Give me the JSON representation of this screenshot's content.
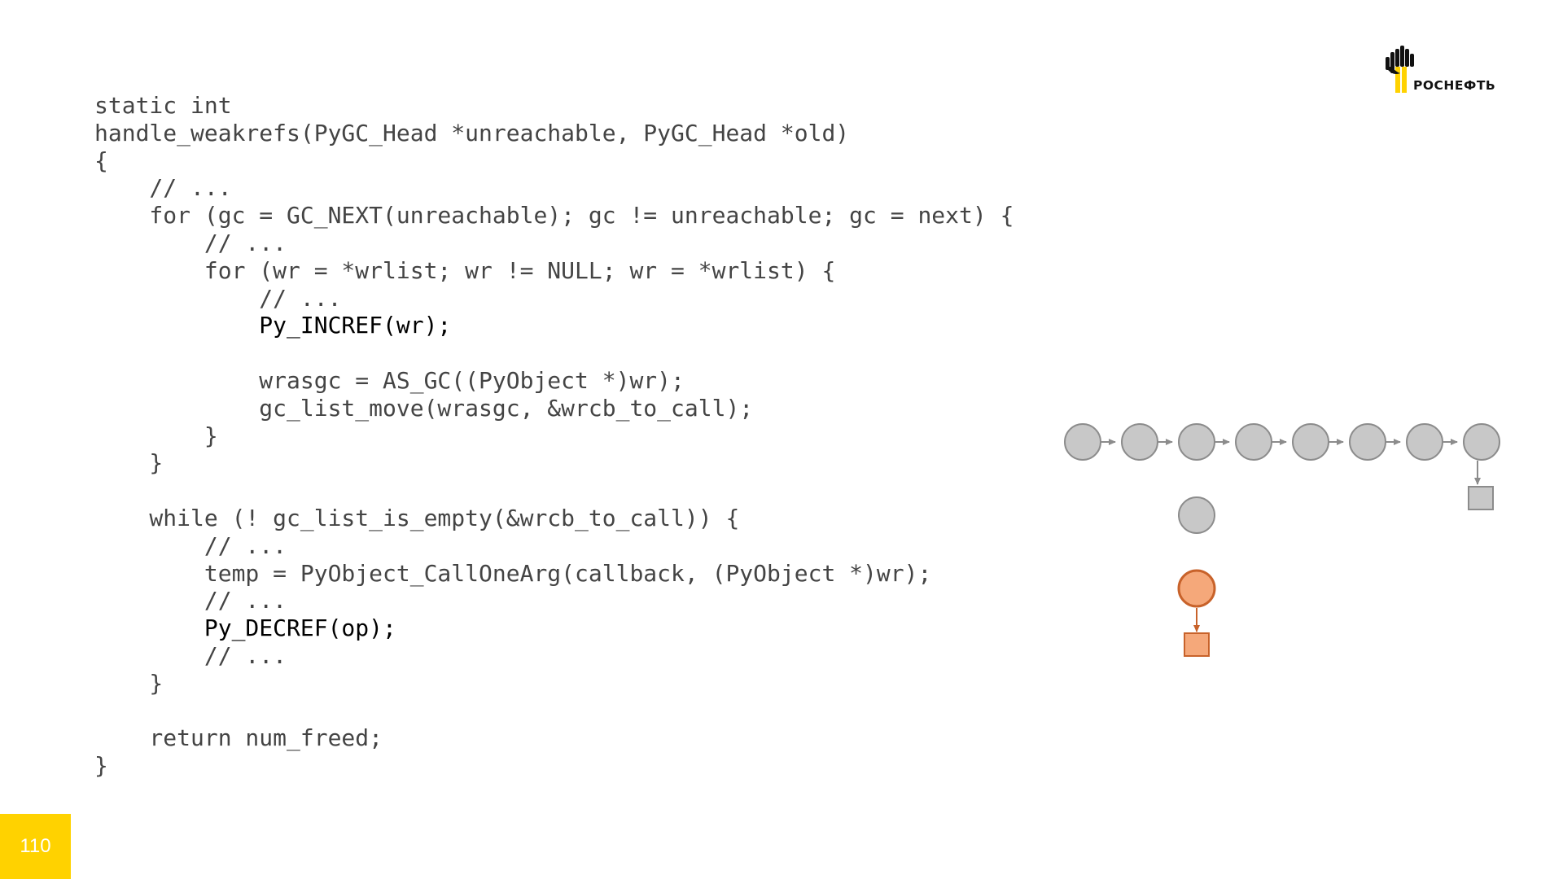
{
  "code": {
    "lines": [
      "static int",
      "handle_weakrefs(PyGC_Head *unreachable, PyGC_Head *old)",
      "{",
      "    // ...",
      "    for (gc = GC_NEXT(unreachable); gc != unreachable; gc = next) {",
      "        // ...",
      "        for (wr = *wrlist; wr != NULL; wr = *wrlist) {",
      "            // ...",
      "            Py_INCREF(wr);",
      "",
      "            wrasgc = AS_GC((PyObject *)wr);",
      "            gc_list_move(wrasgc, &wrcb_to_call);",
      "        }",
      "    }",
      "",
      "    while (! gc_list_is_empty(&wrcb_to_call)) {",
      "        // ...",
      "        temp = PyObject_CallOneArg(callback, (PyObject *)wr);",
      "        // ...",
      "        Py_DECREF(op);",
      "        // ...",
      "    }",
      "",
      "    return num_freed;",
      "}"
    ]
  },
  "logo": {
    "text": "РОСНЕФТЬ",
    "colors": {
      "yellow": "#ffd200",
      "black": "#111111"
    }
  },
  "diagram": {
    "chain_node_count": 8,
    "colors": {
      "node_fill": "#c8c8c8",
      "node_stroke": "#8c8c8c",
      "highlight_fill": "#f5a87a",
      "highlight_stroke": "#c8622a"
    }
  },
  "page_number": "110"
}
